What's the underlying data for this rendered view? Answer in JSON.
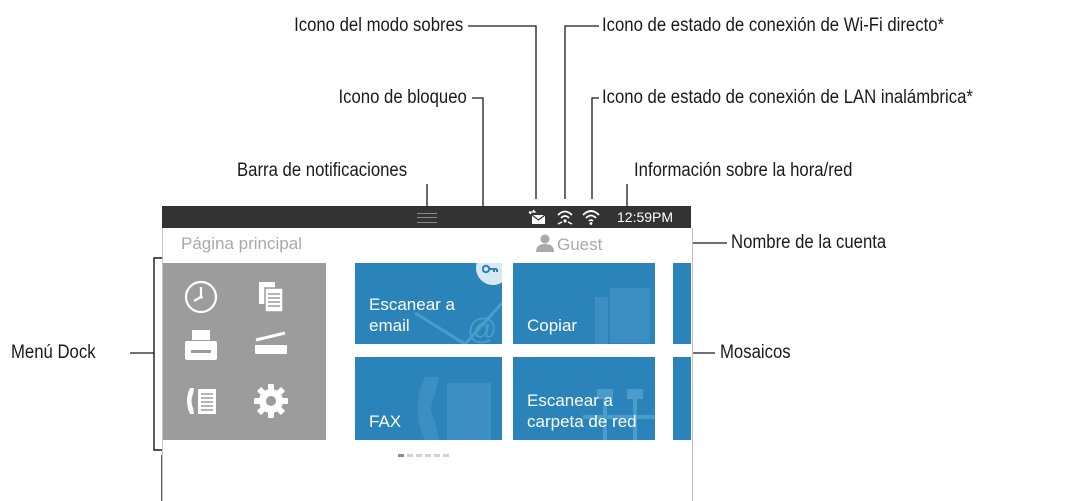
{
  "callouts": {
    "envelope_mode": "Icono del modo sobres",
    "wifi_direct": "Icono de estado de conexión de Wi-Fi directo*",
    "lock": "Icono de bloqueo",
    "wireless_lan": "Icono de estado de conexión de LAN inalámbrica*",
    "notification_bar": "Barra de notificaciones",
    "time_network": "Información sobre la hora/red",
    "account_name": "Nombre de la cuenta",
    "dock_menu": "Menú Dock",
    "tiles": "Mosaicos"
  },
  "screen": {
    "time": "12:59PM",
    "page_title": "Página principal",
    "account": "Guest",
    "tiles": [
      {
        "label": "Escanear a email"
      },
      {
        "label": "Copiar"
      },
      {
        "label": "FAX"
      },
      {
        "label": "Escanear a carpeta de red"
      }
    ],
    "dock_icons": [
      "clock-icon",
      "copy-icon",
      "printer-icon",
      "scanner-icon",
      "fax-icon",
      "gear-icon"
    ],
    "pager": {
      "pages": 6,
      "current": 1
    }
  },
  "colors": {
    "status_bar": "#333333",
    "tile": "#2a83b9",
    "dock": "#9c9c9c",
    "muted_text": "#a9a9a9"
  }
}
